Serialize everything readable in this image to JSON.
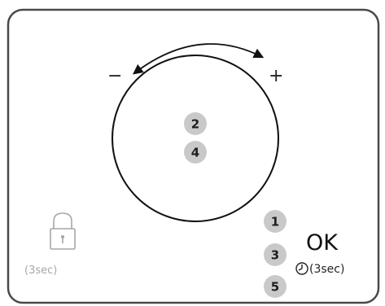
{
  "dial": {
    "minus_label": "−",
    "plus_label": "+",
    "badges": [
      "2",
      "4"
    ]
  },
  "lock": {
    "icon": "lock-icon",
    "hold_label": "(3sec)"
  },
  "ok_group": {
    "badges": [
      "1",
      "3",
      "5"
    ],
    "ok_label": "OK",
    "timer_icon": "clock-icon",
    "hold_label": "(3sec)"
  },
  "colors": {
    "panel_border": "#4a4a4a",
    "badge_fill": "#c9c9c9",
    "lock_gray": "#a6a6a6",
    "ink": "#111111"
  }
}
